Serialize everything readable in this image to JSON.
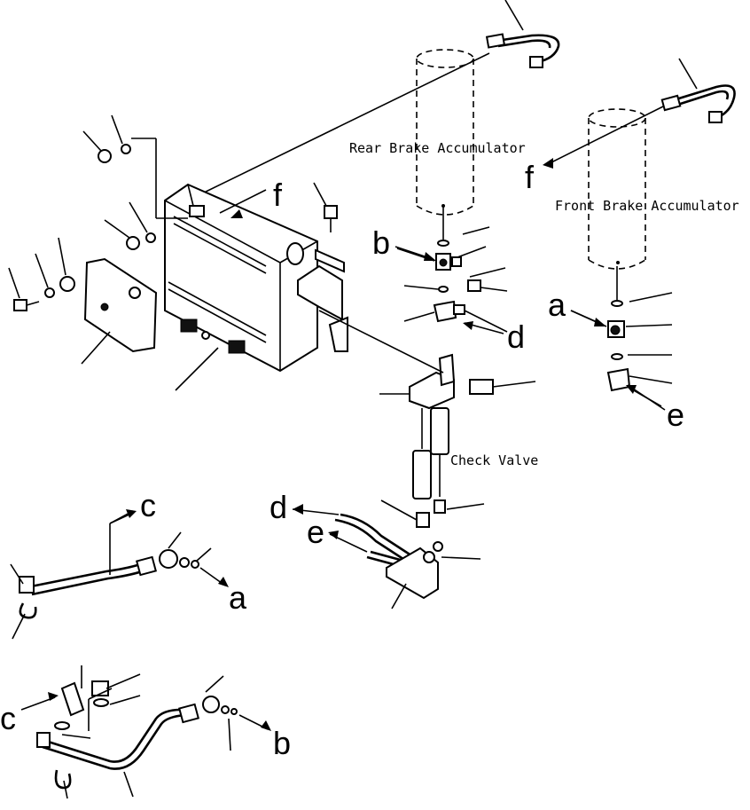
{
  "labels": {
    "rear_accumulator": "Rear Brake Accumulator",
    "front_accumulator": "Front Brake Accumulator",
    "check_valve": "Check Valve"
  },
  "connection_letters": {
    "f_panel": "f",
    "f_front": "f",
    "b_rear": "b",
    "d_rear": "d",
    "a_front": "a",
    "e_front": "e",
    "d_valve": "d",
    "e_valve": "e",
    "c_tube1": "c",
    "a_tube1": "a",
    "c_tube2": "c",
    "b_tube2": "b"
  }
}
